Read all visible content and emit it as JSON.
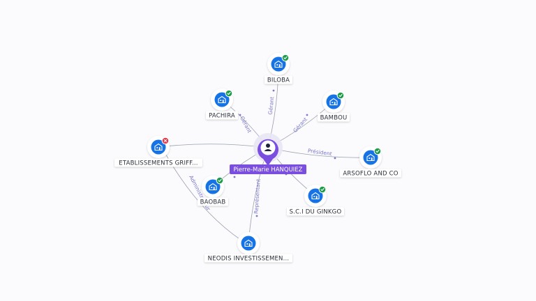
{
  "center": {
    "name": "Pierre-Marie HANQUIEZ",
    "icon": "person-icon",
    "color": "#7a4fe0"
  },
  "companies": [
    {
      "id": "biloba",
      "name": "BILOBA",
      "status": "active",
      "icon": "building-icon",
      "edge_label": "Gérant"
    },
    {
      "id": "pachira",
      "name": "PACHIRA",
      "status": "active",
      "icon": "building-icon",
      "edge_label": "Gérant"
    },
    {
      "id": "bambou",
      "name": "BAMBOU",
      "status": "active",
      "icon": "building-icon",
      "edge_label": "Gérant"
    },
    {
      "id": "etablissements",
      "name": "ETABLISSEMENTS GRIFF...",
      "status": "closed",
      "icon": "building-icon",
      "edge_label": ""
    },
    {
      "id": "arsoflo",
      "name": "ARSOFLO AND CO",
      "status": "active",
      "icon": "building-icon",
      "edge_label": "Président"
    },
    {
      "id": "baobab",
      "name": "BAOBAB",
      "status": "active",
      "icon": "building-icon",
      "edge_label": ""
    },
    {
      "id": "sci-du-ginkgo",
      "name": "S.C.I DU GINKGO",
      "status": "active",
      "icon": "building-icon",
      "edge_label": ""
    },
    {
      "id": "neodis",
      "name": "NEODIS INVESTISSEMEN...",
      "status": "none",
      "icon": "building-icon",
      "edge_label": "Représentant"
    }
  ],
  "secondary_edges": [
    {
      "from": "etablissements",
      "to": "neodis",
      "label": "Administrateur"
    }
  ],
  "colors": {
    "company": "#1673e6",
    "active": "#1e9c4a",
    "closed": "#e03a4e",
    "edge": "#9aa0ad",
    "edge_label": "#7b78c9"
  }
}
